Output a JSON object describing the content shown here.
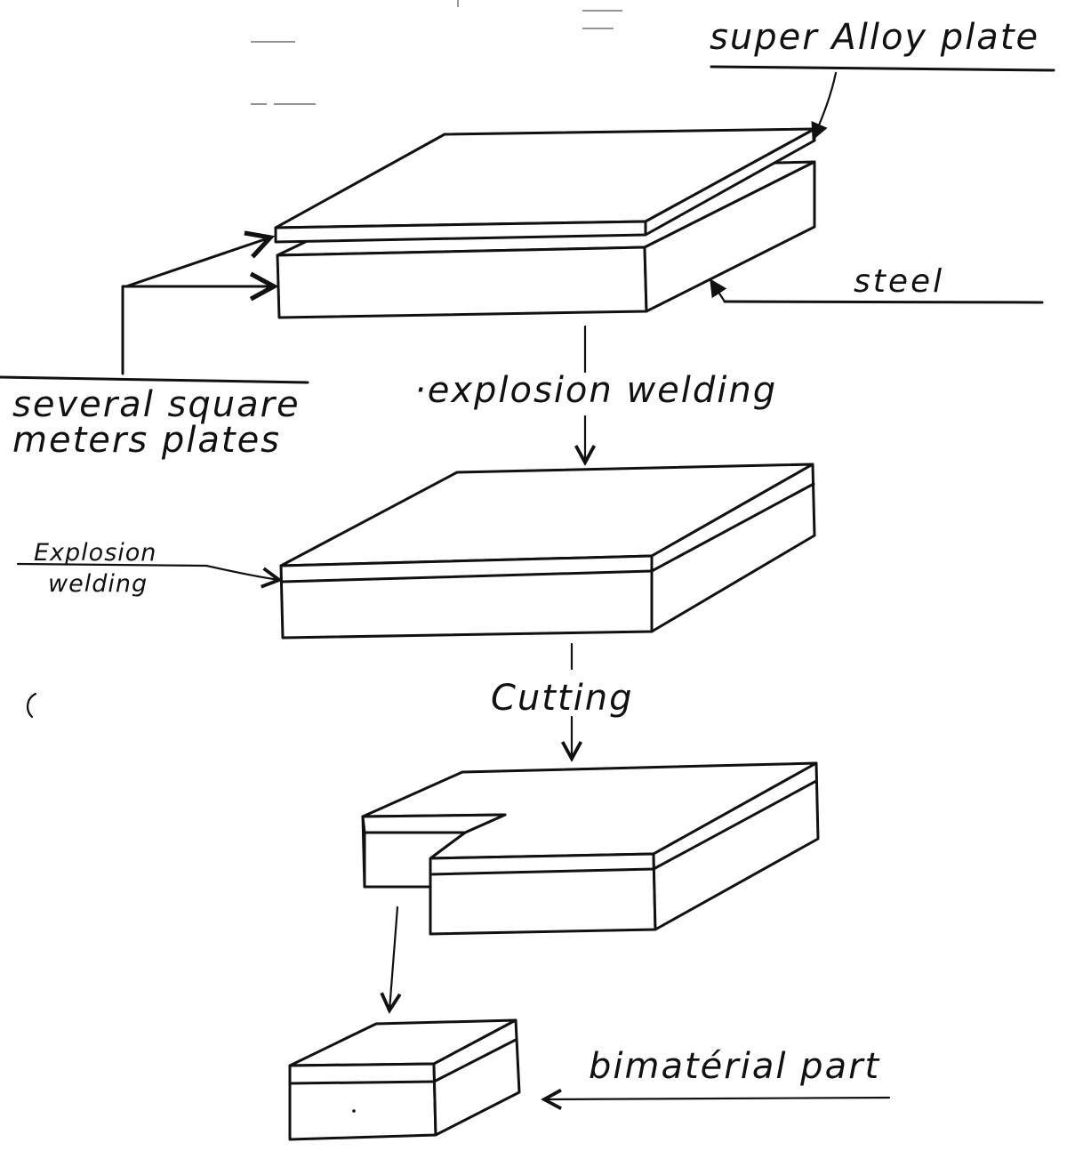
{
  "labels": {
    "super_alloy_plate": "super Alloy plate",
    "steel": "steel",
    "several_square_line1": "several square",
    "several_square_line2": "meters plates",
    "explosion_welding_process": "·explosion welding",
    "explosion_welding_interface_line1": "Explosion",
    "explosion_welding_interface_line2": "welding",
    "cutting": "Cutting",
    "bimaterial_part": "bimatérial part"
  },
  "colors": {
    "ink": "#111111",
    "paper": "#ffffff"
  }
}
